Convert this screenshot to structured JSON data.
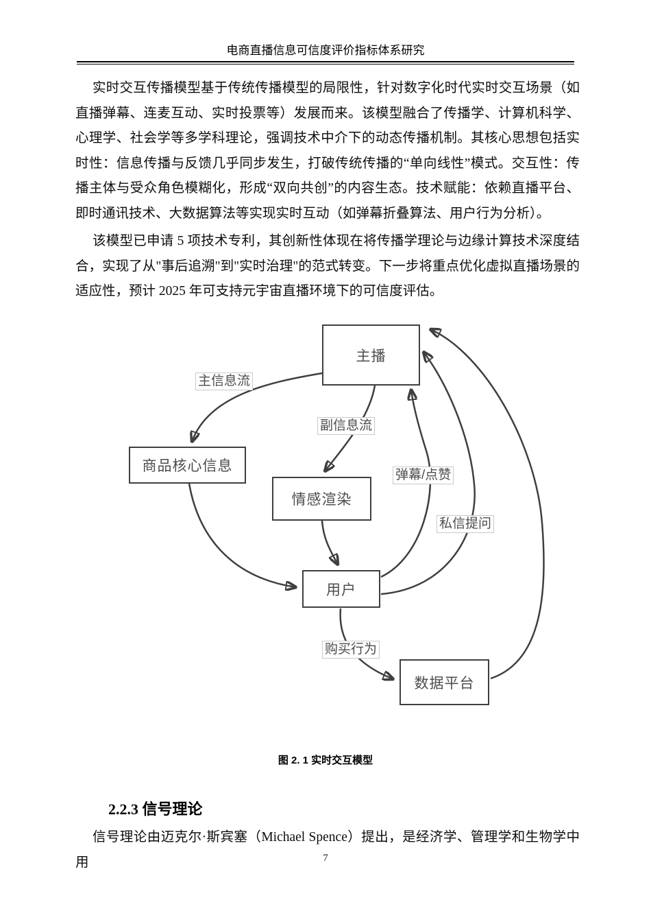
{
  "header": {
    "title": "电商直播信息可信度评价指标体系研究"
  },
  "paragraphs": {
    "p1": "实时交互传播模型基于传统传播模型的局限性，针对数字化时代实时交互场景（如直播弹幕、连麦互动、实时投票等）发展而来。该模型融合了传播学、计算机科学、心理学、社会学等多学科理论，强调技术中介下的动态传播机制。其核心思想包括实时性：信息传播与反馈几乎同步发生，打破传统传播的“单向线性”模式。交互性：传播主体与受众角色模糊化，形成“双向共创”的内容生态。技术赋能：依赖直播平台、即时通讯技术、大数据算法等实现实时互动（如弹幕折叠算法、用户行为分析）。",
    "p2": "该模型已申请 5 项技术专利，其创新性体现在将传播学理论与边缘计算技术深度结合，实现了从\"事后追溯\"到\"实时治理\"的范式转变。下一步将重点优化虚拟直播场景的适应性，预计 2025 年可支持元宇宙直播环境下的可信度评估。",
    "p3": "信号理论由迈克尔·斯宾塞（Michael Spence）提出，是经济学、管理学和生物学中用"
  },
  "diagram": {
    "nodes": [
      {
        "id": "host",
        "label": "主播"
      },
      {
        "id": "product-info",
        "label": "商品核心信息"
      },
      {
        "id": "emotion",
        "label": "情感渲染"
      },
      {
        "id": "user",
        "label": "用户"
      },
      {
        "id": "data-platform",
        "label": "数据平台"
      }
    ],
    "edges": [
      {
        "from": "主播",
        "to": "商品核心信息",
        "label": "主信息流"
      },
      {
        "from": "主播",
        "to": "情感渲染",
        "label": "副信息流"
      },
      {
        "from": "情感渲染",
        "to": "用户",
        "label": ""
      },
      {
        "from": "商品核心信息",
        "to": "用户",
        "label": ""
      },
      {
        "from": "用户",
        "to": "主播",
        "label": "弹幕/点赞"
      },
      {
        "from": "用户",
        "to": "主播",
        "label": "私信提问"
      },
      {
        "from": "用户",
        "to": "数据平台",
        "label": "购买行为"
      },
      {
        "from": "数据平台",
        "to": "主播",
        "label": ""
      }
    ],
    "caption": "图 2. 1 实时交互模型",
    "colors": {
      "stroke": "#3f3f3f",
      "node_text": "#4d4d4d",
      "label_border": "#c9c9c9"
    }
  },
  "section": {
    "heading": "2.2.3 信号理论"
  },
  "footer": {
    "page_number": "7"
  }
}
